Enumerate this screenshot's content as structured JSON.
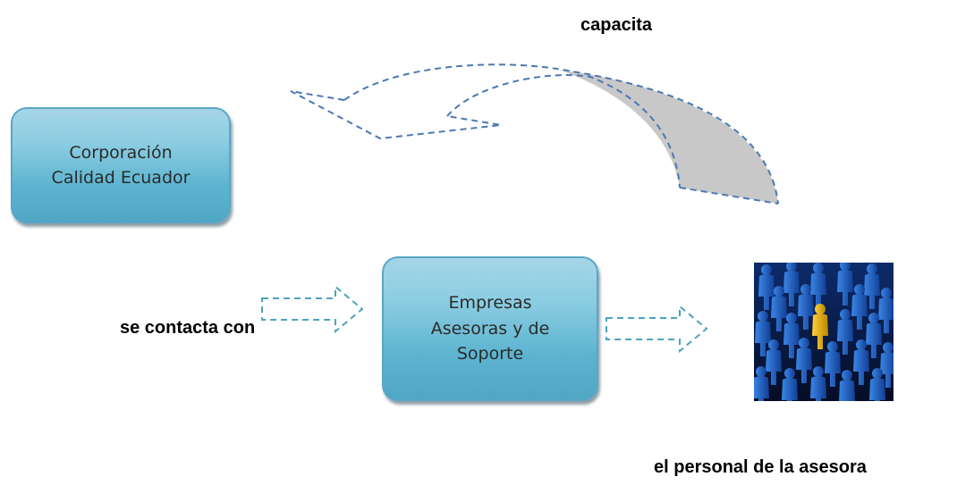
{
  "nodes": {
    "corporacion": {
      "line1": "Corporación",
      "line2": "Calidad Ecuador"
    },
    "empresas": {
      "line1": "Empresas",
      "line2": "Asesoras y de",
      "line3": "Soporte"
    }
  },
  "labels": {
    "capacita": "capacita",
    "contacta": "se contacta con",
    "personal": "el personal de la asesora"
  },
  "image": {
    "icon": "people-crowd-icon"
  },
  "colors": {
    "box_fill": "#5bb3cf",
    "box_border": "#5aa6c6",
    "arrow_dash": "#4a8fb4",
    "curved_arrow_dash": "#4a78b3",
    "curved_arrow_fill": "#c8c8c8",
    "crowd_bg": "#0a1a40",
    "crowd_people": "#1e5fbf",
    "highlight_person": "#e8b400"
  }
}
